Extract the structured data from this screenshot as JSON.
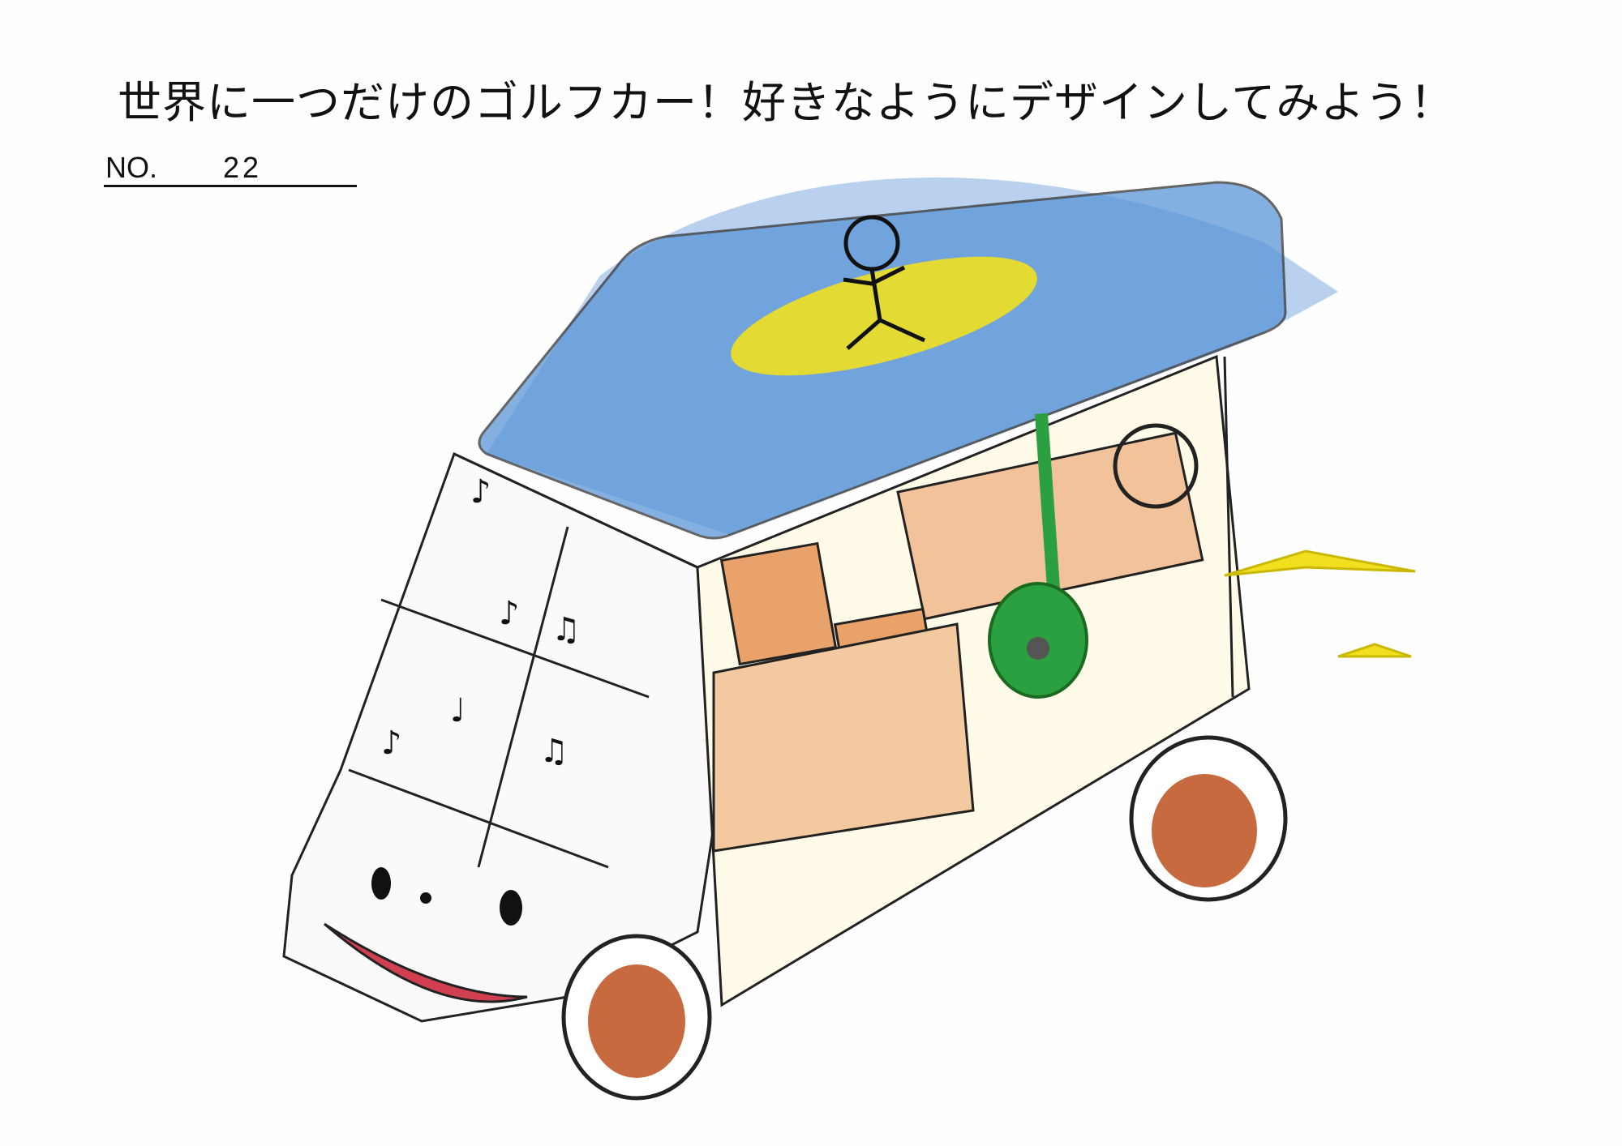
{
  "worksheet": {
    "title": "世界に一つだけのゴルフカー！好きなようにデザインしてみよう！",
    "number_label": "NO.",
    "number_value": "22"
  },
  "drawing": {
    "colors": {
      "roof": "#3a7fd0",
      "surfboard": "#f0e020",
      "seats": "#e08a4a",
      "guitar": "#2aa040",
      "wheels": "#c86a40",
      "mouth": "#d04050",
      "outline": "#222222"
    }
  }
}
